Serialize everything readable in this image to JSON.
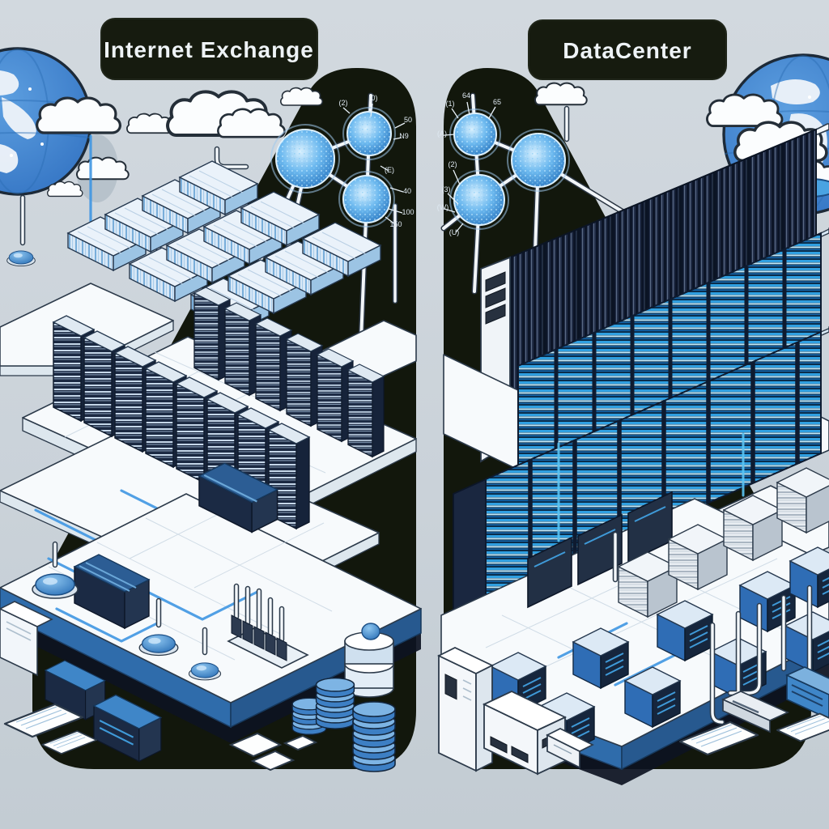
{
  "meta": {
    "description": "Isometric comparison illustration of an Internet Exchange and a DataCenter",
    "style": "technical isometric illustration"
  },
  "left_section": {
    "title": "Internet Exchange",
    "node_labels": [
      "(2)",
      "(0)",
      "50",
      "N9",
      "(E)",
      "40",
      "100",
      "150"
    ]
  },
  "right_section": {
    "title": "DataCenter",
    "node_labels": [
      "64",
      "(1)",
      "65",
      "(A)",
      "(2)",
      "(3)",
      "(W)",
      "(U)"
    ]
  },
  "palette": {
    "background": "#ccd4da",
    "panel_wedge": "#12170c",
    "badge": "#161b0f",
    "surface_white": "#f7fafc",
    "platform_blue_edge": "#2f6cab",
    "rack_navy": "#1c2a44",
    "glow_cyan": "#49b7ef",
    "cable_blue": "#3e96e2",
    "globe_ocean": "#3c86d4"
  }
}
